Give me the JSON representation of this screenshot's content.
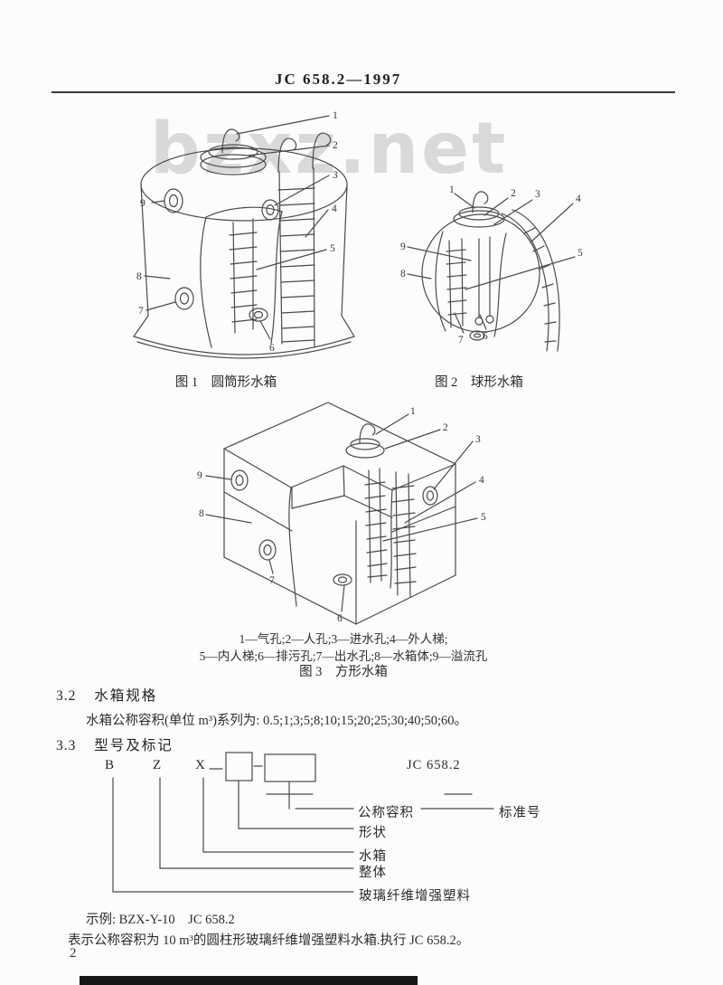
{
  "header": {
    "standard_code": "JC 658.2—1997"
  },
  "watermark": {
    "text": "bzxz.net"
  },
  "figure1": {
    "caption": "图 1　圆筒形水箱",
    "callouts": {
      "c1": "1",
      "c2": "2",
      "c3": "3",
      "c4": "4",
      "c5": "5",
      "c6": "6",
      "c7": "7",
      "c8": "8",
      "c9": "9"
    }
  },
  "figure2": {
    "caption": "图 2　球形水箱",
    "callouts": {
      "c1": "1",
      "c2": "2",
      "c3": "3",
      "c4": "4",
      "c5": "5",
      "c6": "6",
      "c7": "7",
      "c8": "8",
      "c9": "9"
    }
  },
  "figure3": {
    "caption": "图 3　方形水箱",
    "legend_line1": "1—气孔;2—人孔;3—进水孔;4—外人梯;",
    "legend_line2": "5—内人梯;6—排污孔;7—出水孔;8—水箱体;9—溢流孔",
    "callouts": {
      "c1": "1",
      "c2": "2",
      "c3": "3",
      "c4": "4",
      "c5": "5",
      "c6": "6",
      "c7": "7",
      "c8": "8",
      "c9": "9"
    }
  },
  "section_3_2": {
    "number": "3.2",
    "title": "水箱规格",
    "body": "水箱公称容积(单位 m³)系列为: 0.5;1;3;5;8;10;15;20;25;30;40;50;60。"
  },
  "section_3_3": {
    "number": "3.3",
    "title": "型号及标记"
  },
  "designation": {
    "letter_b": "B",
    "letter_z": "Z",
    "letter_x": "X",
    "standard_ref": "JC 658.2",
    "label_capacity": "公称容积",
    "label_shape": "形状",
    "label_tank": "水箱",
    "label_integral": "整体",
    "label_material": "玻璃纤维增强塑料",
    "label_standard_no": "标准号"
  },
  "example": {
    "line1": "示例: BZX-Y-10　JC 658.2",
    "line2": "表示公称容积为 10 m³的圆柱形玻璃纤维增强塑料水箱.执行 JC 658.2。"
  },
  "footer": {
    "page_number": "2"
  }
}
